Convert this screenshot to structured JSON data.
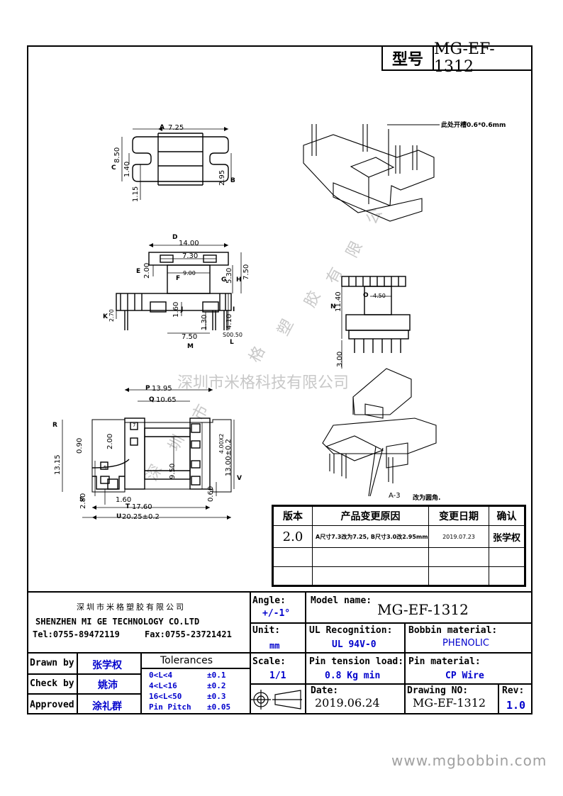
{
  "header": {
    "type_label": "型号",
    "model": "MG-EF-1312"
  },
  "view_top": {
    "dims": {
      "a": "7.25",
      "b": "2.95",
      "c": "8.50",
      "c2": "1.40",
      "h1": "1.15"
    },
    "letters": {
      "a": "A",
      "b": "B",
      "c": "C"
    }
  },
  "view_front": {
    "dims": {
      "d": "14.00",
      "e": "2.00",
      "f": "9.00",
      "f2": "7.30",
      "g": "5.30",
      "h": "7.50",
      "i": "4.10",
      "j": "1.60",
      "k": "2.70",
      "m": "7.50",
      "l": "S00.50",
      "n": "1.30"
    },
    "letters": {
      "d": "D",
      "e": "E",
      "f": "F",
      "g": "G",
      "h": "H",
      "i": "I",
      "j": "J",
      "k": "K",
      "l": "L",
      "m": "M"
    }
  },
  "view_side": {
    "dims": {
      "n": "11.40",
      "o": "4.50",
      "pin": "3.00"
    },
    "letters": {
      "n": "N",
      "o": "O"
    }
  },
  "view_bottom": {
    "dims": {
      "p": "13.95",
      "q": "10.65",
      "r": "13.15",
      "s": "2.80",
      "t": "17.60",
      "u": "20.25±0.2",
      "v": "13.00±0.2",
      "w": "9.50",
      "x": "4.00X2",
      "y": "0.90",
      "z": "2.00",
      "aa": "1.60",
      "bb": "0.60",
      "n7": "7",
      "n5": "5"
    },
    "letters": {
      "p": "P",
      "q": "Q",
      "r": "R",
      "s": "S",
      "t": "T",
      "u": "U",
      "v": "V"
    }
  },
  "notes": {
    "slot": "此处开槽0.6*0.6mm",
    "chamfer_ref": "A-3",
    "chamfer": "改为圆角."
  },
  "watermark": {
    "company": "深圳市米格科技有限公司",
    "diagonal": [
      "深",
      "圳",
      "市",
      "米",
      "格",
      "塑",
      "胶",
      "有",
      "限",
      "公"
    ],
    "diagonal_left": [
      "深",
      "圳",
      "市",
      "米",
      "格"
    ]
  },
  "revision": {
    "headers": [
      "版本",
      "产品变更原因",
      "变更日期",
      "确认"
    ],
    "rows": [
      {
        "ver": "2.0",
        "reason": "A尺寸7.3改为7.25, B尺寸3.0改2.95mm",
        "date": "2019.07.23",
        "by": "张学权"
      }
    ]
  },
  "title_block": {
    "company_cn": "深圳市米格塑胶有限公司",
    "company_en": "SHENZHEN  MI GE TECHNOLOGY  CO.LTD",
    "tel": "Tel:0755-89472119",
    "fax": "Fax:0755-23721421",
    "drawn_by_label": "Drawn by",
    "drawn_by": "张学权",
    "check_by_label": "Check by",
    "check_by": "姚沛",
    "approved_label": "Approved",
    "approved": "涂礼群",
    "tolerances_label": "Tolerances",
    "tolerances": [
      {
        "range": "0<L<4",
        "tol": "±0.1"
      },
      {
        "range": "4<L<16",
        "tol": "±0.2"
      },
      {
        "range": "16<L<50",
        "tol": "±0.3"
      },
      {
        "range": "Pin Pitch",
        "tol": "±0.05"
      }
    ],
    "angle_label": "Angle:",
    "angle": "+/-1°",
    "unit_label": "Unit:",
    "unit": "mm",
    "scale_label": "Scale:",
    "scale": "1/1",
    "model_name_label": "Model name:",
    "model_name": "MG-EF-1312",
    "ul_label": "UL Recognition:",
    "ul": "UL 94V-0",
    "bobbin_label": "Bobbin material:",
    "bobbin": "PHENOLIC",
    "pin_tension_label": "Pin tension load:",
    "pin_tension": "0.8 Kg min",
    "pin_material_label": "Pin material:",
    "pin_material": "CP Wire",
    "date_label": "Date:",
    "date": "2019.06.24",
    "drawing_no_label": "Drawing NO:",
    "drawing_no": "MG-EF-1312",
    "rev_label": "Rev:",
    "rev": "1.0"
  },
  "footer": {
    "url": "www.mgbobbin.com"
  }
}
